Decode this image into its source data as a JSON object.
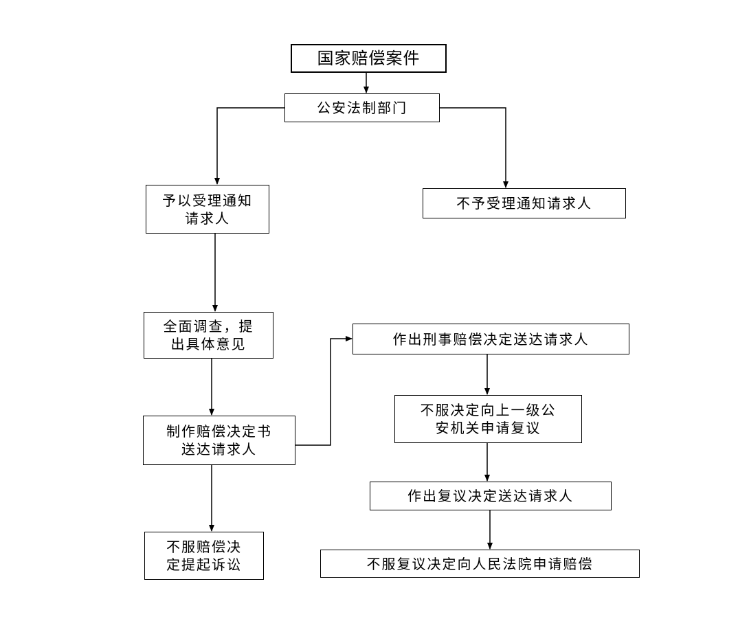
{
  "flowchart": {
    "nodes": {
      "case": "国家赔偿案件",
      "police_legal": "公安法制部门",
      "accept_notice": "予以受理通知\n请求人",
      "reject_notice": "不予受理通知请求人",
      "investigate": "全面调查，提\n出具体意见",
      "make_decision": "制作赔偿决定书\n送达请求人",
      "disagree_lawsuit": "不服赔偿决\n定提起诉讼",
      "criminal_decision": "作出刑事赔偿决定送达请求人",
      "apply_review": "不服决定向上一级公\n安机关申请复议",
      "review_decision": "作出复议决定送达请求人",
      "court_apply": "不服复议决定向人民法院申请赔偿"
    }
  }
}
